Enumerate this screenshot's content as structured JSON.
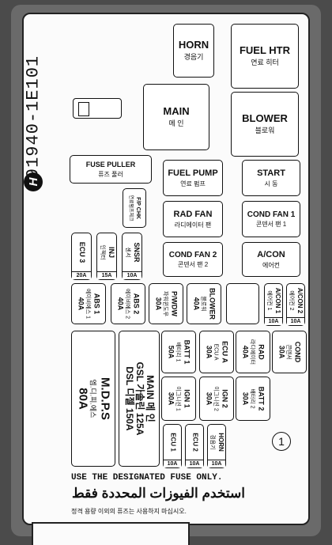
{
  "part_number": "91940-1E101",
  "logo_glyph": "H",
  "fuse_puller": {
    "label": "FUSE PULLER",
    "sub": "퓨즈 풀러"
  },
  "relays": {
    "horn": {
      "label": "HORN",
      "sub": "경음기"
    },
    "fuel_htr": {
      "label": "FUEL HTR",
      "sub": "연료 히터"
    },
    "main": {
      "label": "MAIN",
      "sub": "메 인"
    },
    "blower": {
      "label": "BLOWER",
      "sub": "블로워"
    },
    "fuel_pump": {
      "label": "FUEL PUMP",
      "sub": "연료 펌프"
    },
    "start": {
      "label": "START",
      "sub": "시 동"
    },
    "rad_fan": {
      "label": "RAD FAN",
      "sub": "라디에이터 팬"
    },
    "cond_fan_1": {
      "label": "COND FAN 1",
      "sub": "콘덴서 팬 1"
    },
    "cond_fan_2": {
      "label": "COND FAN 2",
      "sub": "콘덴서 팬 2"
    },
    "acon": {
      "label": "A/CON",
      "sub": "에어컨"
    }
  },
  "fp_chk": {
    "label": "F/P CHK",
    "sub": "연료펌프체크"
  },
  "small_fuses": [
    {
      "label": "ECU 3",
      "sub": "ECU 3",
      "amp": "20A"
    },
    {
      "label": "INJ",
      "sub": "인젝터",
      "amp": "15A"
    },
    {
      "label": "SNSR",
      "sub": "센서",
      "amp": "10A"
    }
  ],
  "mid_fuses": {
    "abs1": {
      "label": "ABS 1",
      "sub": "에이비에스 1",
      "amp": "40A"
    },
    "abs2": {
      "label": "ABS 2",
      "sub": "에이비에스 2",
      "amp": "40A"
    },
    "pwdw": {
      "label": "P/WDW",
      "sub": "파워윈도우",
      "amp": "30A"
    },
    "blower": {
      "label": "BLOWER",
      "sub": "블로워",
      "amp": "40A"
    },
    "acon1": {
      "label": "A/CON 1",
      "sub": "에어컨 1",
      "amp": "10A"
    },
    "acon2": {
      "label": "A/CON 2",
      "sub": "에어컨 2",
      "amp": "10A"
    }
  },
  "mdps": {
    "label": "M.D.P.S",
    "sub": "엠.디.피.에스",
    "amp": "80A"
  },
  "main_fuse": {
    "label": "MAIN 메 인",
    "line2": "GSL 가솔린 125A",
    "line3": "DSL 디젤 150A"
  },
  "right_fuses": {
    "batt1": {
      "label": "BATT 1",
      "sub": "배터리 1",
      "amp": "50A"
    },
    "ecua": {
      "label": "ECU A",
      "sub": "ECU A",
      "amp": "30A"
    },
    "rad": {
      "label": "RAD",
      "sub": "라디에이터",
      "amp": "40A"
    },
    "cond": {
      "label": "COND",
      "sub": "콘덴서",
      "amp": "30A"
    },
    "ign1": {
      "label": "IGN 1",
      "sub": "이그니션 1",
      "amp": "30A"
    },
    "ign2": {
      "label": "IGN 2",
      "sub": "이그니션 2",
      "amp": "30A"
    },
    "batt2": {
      "label": "BATT 2",
      "sub": "배터리 2",
      "amp": "30A"
    }
  },
  "bottom_small": [
    {
      "label": "ECU 1",
      "sub": "ECU 1",
      "amp": "10A"
    },
    {
      "label": "ECU 2",
      "sub": "ECU 2",
      "amp": "10A"
    },
    {
      "label": "HORN",
      "sub": "경음기",
      "amp": "10A"
    }
  ],
  "position_number": "1",
  "notice": {
    "en": "USE THE DESIGNATED FUSE ONLY.",
    "ar": "استخدم الفيوزات المحددة فقط",
    "ko": "정격 용량 이외의 퓨즈는 사용하지 마십시오."
  }
}
